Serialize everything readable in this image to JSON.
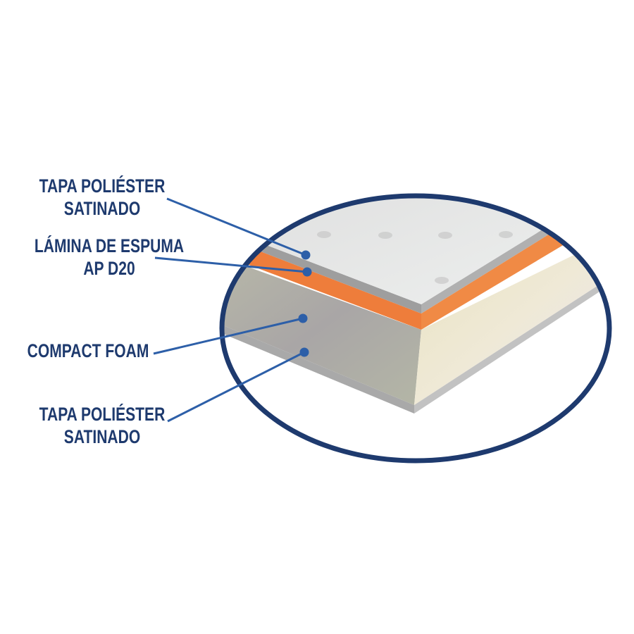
{
  "labels": [
    {
      "line1": "TAPA POLIÉSTER",
      "line2": "SATINADO"
    },
    {
      "line1": "LÁMINA DE ESPUMA",
      "line2": "AP D20"
    },
    {
      "line1": "COMPACT FOAM"
    },
    {
      "line1": "TAPA POLIÉSTER",
      "line2": "SATINADO"
    }
  ],
  "colors": {
    "ellipse": "#1e3a6e",
    "text": "#1e3a6e",
    "leader": "#2d5fa8",
    "orange": "#ee7d3b",
    "gray_edge": "#a8a8a8"
  }
}
